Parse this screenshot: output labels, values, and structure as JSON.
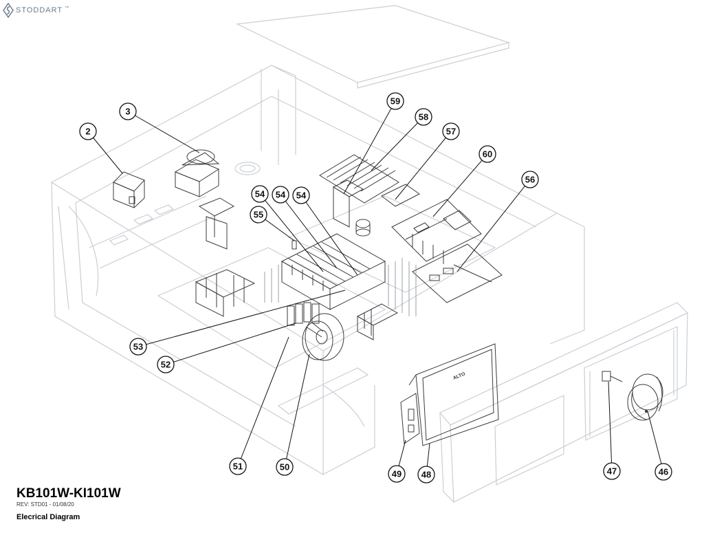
{
  "brand": {
    "name": "STODDART",
    "mark": "™"
  },
  "title_block": {
    "model": "KB101W-KI101W",
    "revision": "REV: STD01 - 01/08/20",
    "document": "Elecrical Diagram"
  },
  "display_label": "ALTO",
  "callouts": [
    {
      "id": "c2",
      "label": "2"
    },
    {
      "id": "c3",
      "label": "3"
    },
    {
      "id": "c59",
      "label": "59"
    },
    {
      "id": "c58",
      "label": "58"
    },
    {
      "id": "c57",
      "label": "57"
    },
    {
      "id": "c60",
      "label": "60"
    },
    {
      "id": "c56",
      "label": "56"
    },
    {
      "id": "c54a",
      "label": "54"
    },
    {
      "id": "c54b",
      "label": "54"
    },
    {
      "id": "c54c",
      "label": "54"
    },
    {
      "id": "c55",
      "label": "55"
    },
    {
      "id": "c53",
      "label": "53"
    },
    {
      "id": "c52",
      "label": "52"
    },
    {
      "id": "c51",
      "label": "51"
    },
    {
      "id": "c50",
      "label": "50"
    },
    {
      "id": "c49",
      "label": "49"
    },
    {
      "id": "c48",
      "label": "48"
    },
    {
      "id": "c47",
      "label": "47"
    },
    {
      "id": "c46",
      "label": "46"
    }
  ],
  "colors": {
    "line": "#c9ced4",
    "part": "#3a3a3a",
    "brand": "#6b7a8a"
  }
}
